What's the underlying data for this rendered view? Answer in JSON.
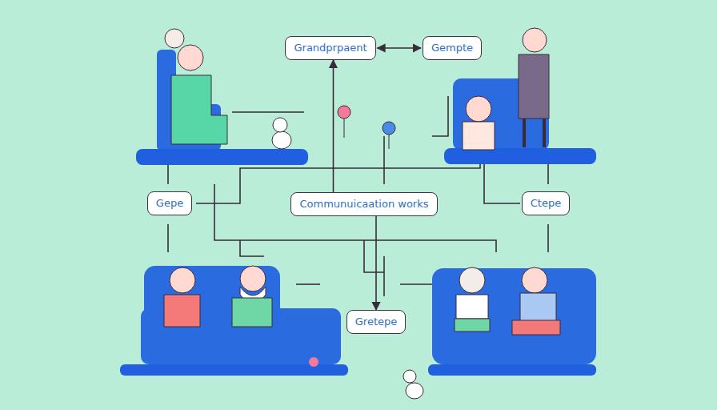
{
  "diagram": {
    "nodes": [
      {
        "text": [
          "Grandprpaent"
        ]
      },
      {
        "text": [
          "Gempte"
        ]
      },
      {
        "text": [
          "Gepe"
        ]
      },
      {
        "text": [
          "Communuicaation works"
        ]
      },
      {
        "text": [
          "Ctepe"
        ]
      },
      {
        "text": [
          "Gretepe"
        ]
      }
    ],
    "edges": [
      {
        "from": 0,
        "to": 1,
        "arrow": "both"
      },
      {
        "from": 3,
        "to": 0,
        "arrow": "to"
      },
      {
        "from": 3,
        "to": 5,
        "arrow": "to"
      }
    ]
  }
}
